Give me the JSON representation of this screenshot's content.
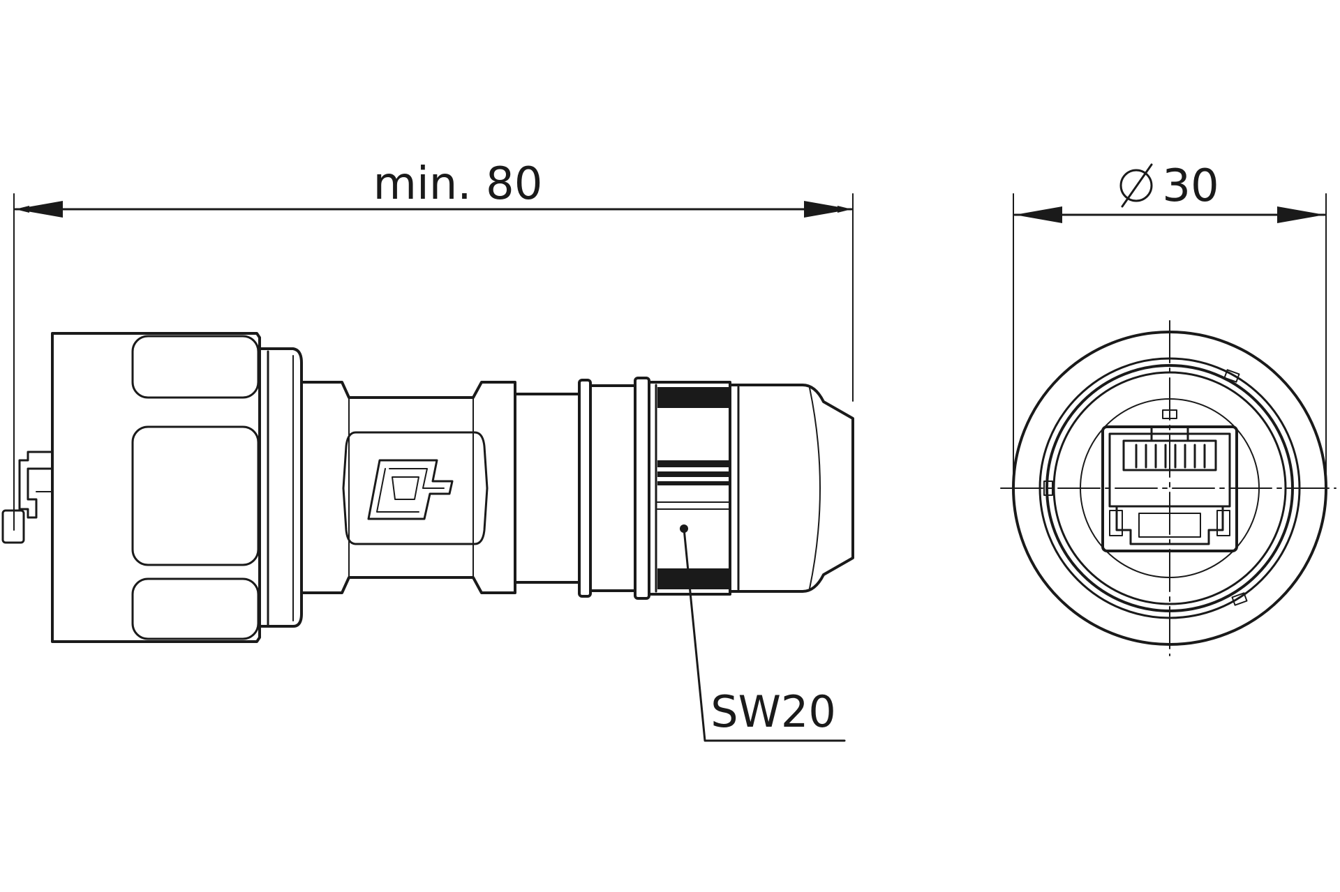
{
  "dimensions": {
    "length_label": "min. 80",
    "diameter_label": "30",
    "diameter_symbol": "ø",
    "wrench_label": "SW20"
  },
  "colors": {
    "line": "#1a1a1a",
    "background": "#ffffff"
  },
  "icons": {
    "diameter_symbol": "diameter-symbol-icon",
    "logo": "c-logo-icon"
  }
}
